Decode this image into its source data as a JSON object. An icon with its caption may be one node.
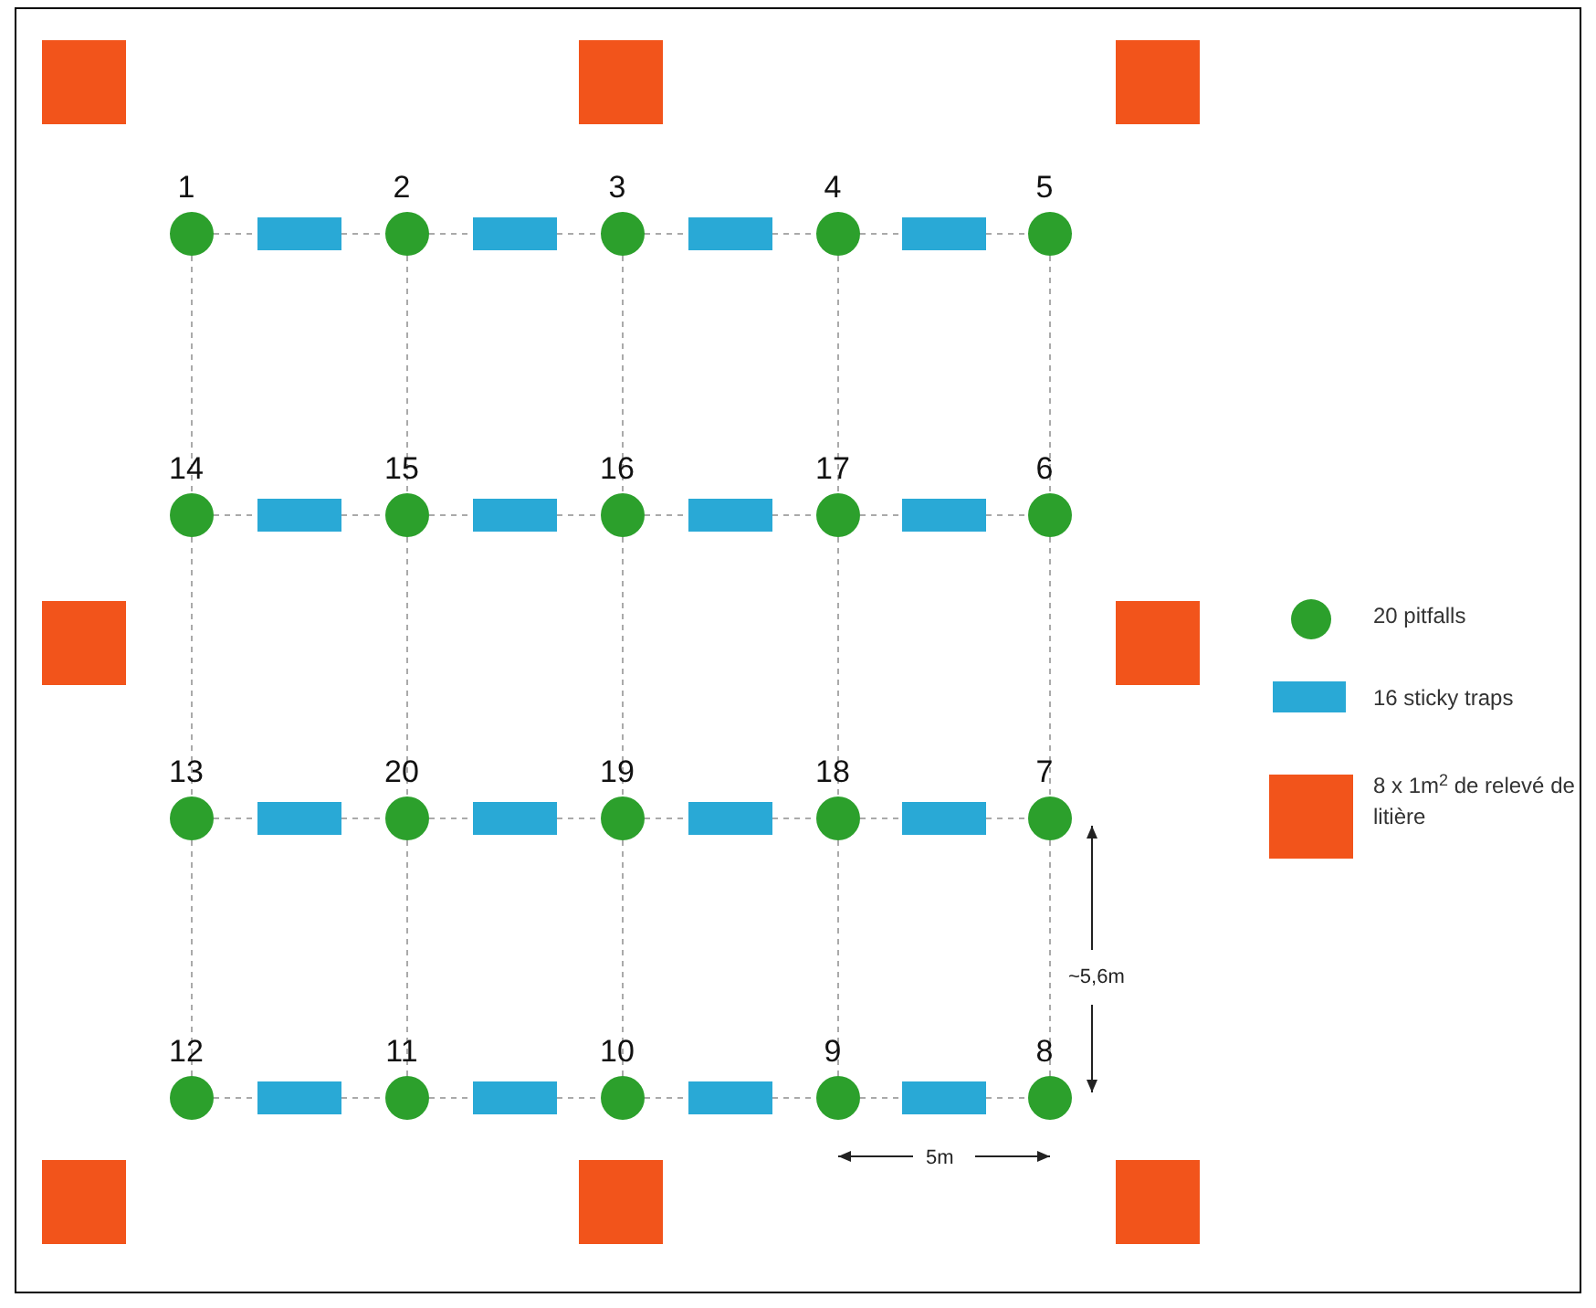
{
  "diagram": {
    "nodes": [
      {
        "text": [],
        "shape": "box"
      },
      {
        "text": [],
        "shape": "box"
      },
      {
        "text": [],
        "shape": "box"
      },
      {
        "text": [],
        "shape": "box"
      },
      {
        "text": [],
        "shape": "box"
      },
      {
        "text": [],
        "shape": "box"
      },
      {
        "text": [],
        "shape": "box"
      },
      {
        "text": [],
        "shape": "box"
      },
      {
        "text": [
          "1"
        ]
      },
      {
        "text": [
          "2"
        ]
      },
      {
        "text": [
          "3"
        ]
      },
      {
        "text": [
          "4"
        ]
      },
      {
        "text": [
          "5"
        ]
      },
      {
        "text": [
          "6"
        ]
      },
      {
        "text": [
          "7"
        ]
      },
      {
        "text": [
          "8"
        ]
      },
      {
        "text": [
          "9"
        ]
      },
      {
        "text": [
          "10"
        ]
      },
      {
        "text": [
          "11"
        ]
      },
      {
        "text": [
          "12"
        ]
      },
      {
        "text": [
          "13"
        ]
      },
      {
        "text": [
          "14"
        ]
      },
      {
        "text": [
          "15"
        ]
      },
      {
        "text": [
          "16"
        ]
      },
      {
        "text": [
          "17"
        ]
      },
      {
        "text": [
          "18"
        ]
      },
      {
        "text": [
          "19"
        ]
      },
      {
        "text": [
          "20"
        ]
      },
      {
        "text": [],
        "shape": "bar"
      },
      {
        "text": [],
        "shape": "bar"
      },
      {
        "text": [],
        "shape": "bar"
      },
      {
        "text": [],
        "shape": "bar"
      },
      {
        "text": [],
        "shape": "bar"
      },
      {
        "text": [],
        "shape": "bar"
      },
      {
        "text": [],
        "shape": "bar"
      },
      {
        "text": [],
        "shape": "bar"
      },
      {
        "text": [],
        "shape": "bar"
      },
      {
        "text": [],
        "shape": "bar"
      },
      {
        "text": [],
        "shape": "bar"
      },
      {
        "text": [],
        "shape": "bar"
      },
      {
        "text": [],
        "shape": "bar"
      },
      {
        "text": [],
        "shape": "bar"
      },
      {
        "text": [],
        "shape": "bar"
      },
      {
        "text": [],
        "shape": "bar"
      }
    ],
    "edges": [
      {
        "from": 8,
        "to": 28,
        "arrow": "none",
        "style": "dashed"
      },
      {
        "from": 28,
        "to": 9,
        "arrow": "none",
        "style": "dashed"
      },
      {
        "from": 9,
        "to": 29,
        "arrow": "none",
        "style": "dashed"
      },
      {
        "from": 29,
        "to": 10,
        "arrow": "none",
        "style": "dashed"
      },
      {
        "from": 10,
        "to": 30,
        "arrow": "none",
        "style": "dashed"
      },
      {
        "from": 30,
        "to": 11,
        "arrow": "none",
        "style": "dashed"
      },
      {
        "from": 11,
        "to": 31,
        "arrow": "none",
        "style": "dashed"
      },
      {
        "from": 31,
        "to": 12,
        "arrow": "none",
        "style": "dashed"
      },
      {
        "from": 21,
        "to": 32,
        "arrow": "none",
        "style": "dashed"
      },
      {
        "from": 32,
        "to": 22,
        "arrow": "none",
        "style": "dashed"
      },
      {
        "from": 22,
        "to": 33,
        "arrow": "none",
        "style": "dashed"
      },
      {
        "from": 33,
        "to": 23,
        "arrow": "none",
        "style": "dashed"
      },
      {
        "from": 23,
        "to": 34,
        "arrow": "none",
        "style": "dashed"
      },
      {
        "from": 34,
        "to": 24,
        "arrow": "none",
        "style": "dashed"
      },
      {
        "from": 24,
        "to": 35,
        "arrow": "none",
        "style": "dashed"
      },
      {
        "from": 35,
        "to": 13,
        "arrow": "none",
        "style": "dashed"
      },
      {
        "from": 20,
        "to": 36,
        "arrow": "none",
        "style": "dashed"
      },
      {
        "from": 36,
        "to": 27,
        "arrow": "none",
        "style": "dashed"
      },
      {
        "from": 27,
        "to": 37,
        "arrow": "none",
        "style": "dashed"
      },
      {
        "from": 37,
        "to": 26,
        "arrow": "none",
        "style": "dashed"
      },
      {
        "from": 26,
        "to": 38,
        "arrow": "none",
        "style": "dashed"
      },
      {
        "from": 38,
        "to": 25,
        "arrow": "none",
        "style": "dashed"
      },
      {
        "from": 25,
        "to": 39,
        "arrow": "none",
        "style": "dashed"
      },
      {
        "from": 39,
        "to": 14,
        "arrow": "none",
        "style": "dashed"
      },
      {
        "from": 19,
        "to": 40,
        "arrow": "none",
        "style": "dashed"
      },
      {
        "from": 40,
        "to": 18,
        "arrow": "none",
        "style": "dashed"
      },
      {
        "from": 18,
        "to": 41,
        "arrow": "none",
        "style": "dashed"
      },
      {
        "from": 41,
        "to": 17,
        "arrow": "none",
        "style": "dashed"
      },
      {
        "from": 17,
        "to": 42,
        "arrow": "none",
        "style": "dashed"
      },
      {
        "from": 42,
        "to": 16,
        "arrow": "none",
        "style": "dashed"
      },
      {
        "from": 16,
        "to": 43,
        "arrow": "none",
        "style": "dashed"
      },
      {
        "from": 43,
        "to": 15,
        "arrow": "none",
        "style": "dashed"
      },
      {
        "from": 8,
        "to": 21,
        "arrow": "none",
        "style": "dashed"
      },
      {
        "from": 9,
        "to": 22,
        "arrow": "none",
        "style": "dashed"
      },
      {
        "from": 10,
        "to": 23,
        "arrow": "none",
        "style": "dashed"
      },
      {
        "from": 11,
        "to": 24,
        "arrow": "none",
        "style": "dashed"
      },
      {
        "from": 12,
        "to": 13,
        "arrow": "none",
        "style": "dashed"
      },
      {
        "from": 21,
        "to": 20,
        "arrow": "none",
        "style": "dashed"
      },
      {
        "from": 22,
        "to": 27,
        "arrow": "none",
        "style": "dashed"
      },
      {
        "from": 23,
        "to": 26,
        "arrow": "none",
        "style": "dashed"
      },
      {
        "from": 24,
        "to": 25,
        "arrow": "none",
        "style": "dashed"
      },
      {
        "from": 13,
        "to": 14,
        "arrow": "none",
        "style": "dashed"
      },
      {
        "from": 20,
        "to": 19,
        "arrow": "none",
        "style": "dashed"
      },
      {
        "from": 27,
        "to": 18,
        "arrow": "none",
        "style": "dashed"
      },
      {
        "from": 26,
        "to": 17,
        "arrow": "none",
        "style": "dashed"
      },
      {
        "from": 25,
        "to": 16,
        "arrow": "none",
        "style": "dashed"
      },
      {
        "from": 14,
        "to": 15,
        "arrow": "none",
        "style": "dashed"
      }
    ],
    "labels": [
      "~5,6m",
      "5m"
    ],
    "legend": [
      {
        "text": "20 pitfalls",
        "color": "#2ca02c"
      },
      {
        "text": "16 sticky traps",
        "color": "#29a9d6"
      },
      {
        "text": "8 x 1m$^{2}$ de relevé de litière",
        "color": "#f2541b"
      }
    ]
  }
}
